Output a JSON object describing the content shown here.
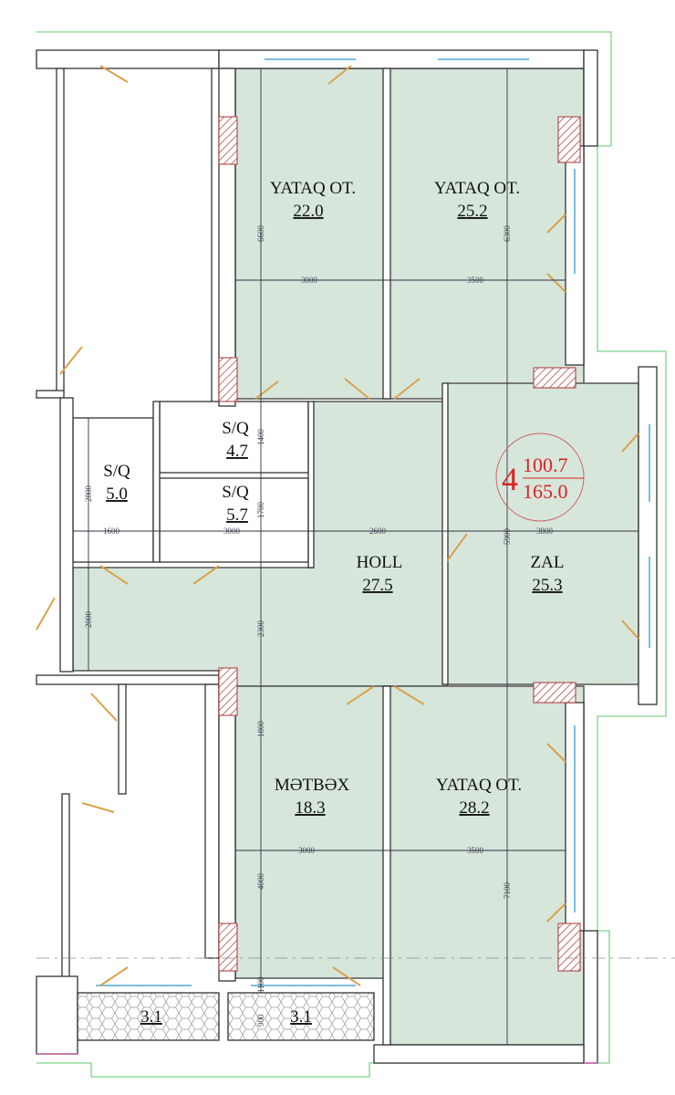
{
  "rooms": [
    {
      "name": "YATAQ OT.",
      "area": "22.0"
    },
    {
      "name": "YATAQ OT.",
      "area": "25.2"
    },
    {
      "name": "S/Q",
      "area": "4.7"
    },
    {
      "name": "S/Q",
      "area": "5.7"
    },
    {
      "name": "S/Q",
      "area": "5.0"
    },
    {
      "name": "HOLL",
      "area": "27.5"
    },
    {
      "name": "ZAL",
      "area": "25.3"
    },
    {
      "name": "MƏTBƏX",
      "area": "18.3"
    },
    {
      "name": "YATAQ OT.",
      "area": "28.2"
    }
  ],
  "balconies": [
    {
      "area": "3.1"
    },
    {
      "area": "3.1"
    }
  ],
  "apartment": {
    "rooms_count": "4",
    "living_area": "100.7",
    "total_area": "165.0",
    "accent_color": "#d22222"
  },
  "dimensions": {
    "top_left_w": "3000",
    "top_right_w": "3500",
    "top_left_h": "6600",
    "top_right_h": "6300",
    "sq1_h": "1400",
    "sq2_h": "1700",
    "sq3_h": "2800",
    "mid_1600": "1600",
    "mid_3000": "3000",
    "mid_2600": "2600",
    "mid_3800": "3800",
    "zal_h": "5900",
    "holl_left_h": "2000",
    "holl_h": "2300",
    "kitchen_top_h": "1800",
    "kitchen_h": "4000",
    "bot_left_w": "3000",
    "bot_right_w": "3500",
    "bot_right_h": "7100",
    "bal_h1": "1100",
    "bal_h2": "900"
  }
}
